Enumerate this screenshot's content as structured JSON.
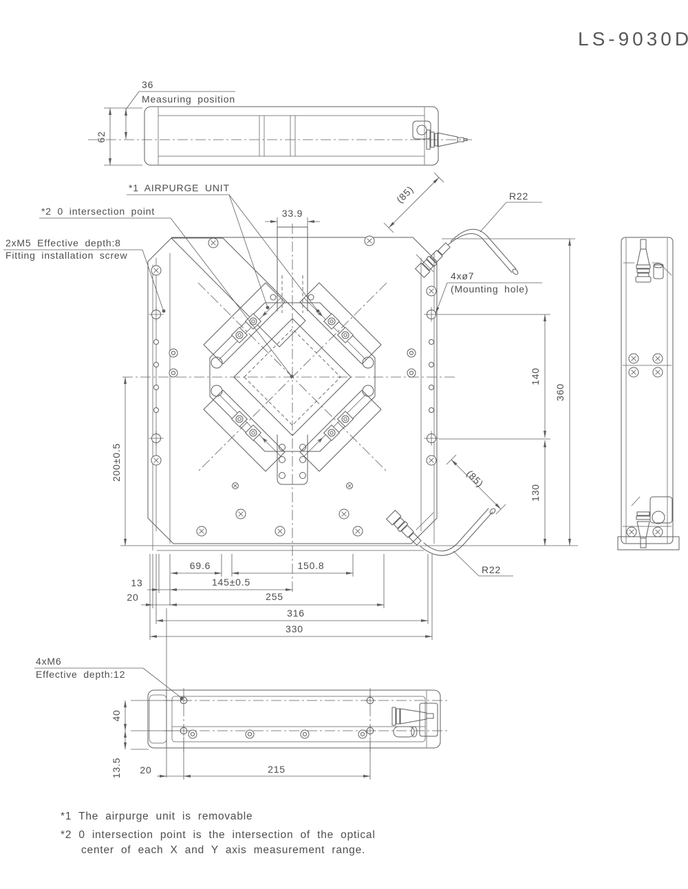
{
  "title": "LS-9030D",
  "top_view": {
    "dim_36": "36",
    "measuring_position": "Measuring position",
    "dim_62": "62"
  },
  "main_view": {
    "airpurge_label": "*1 AIRPURGE UNIT",
    "intersection_label": "*2 0 intersection point",
    "m5_line1": "2xM5 Effective depth:8",
    "m5_line2": "Fitting installation screw",
    "dim_33_9": "33.9",
    "dim_85_top": "(85)",
    "r22_top": "R22",
    "mount_line1": "4xø7",
    "mount_line2": "(Mounting hole)",
    "dim_140": "140",
    "dim_360": "360",
    "dim_130": "130",
    "dim_200": "200±0.5",
    "dim_85_bottom": "(85)",
    "r22_bottom": "R22",
    "dim_69_6": "69.6",
    "dim_150_8": "150.8",
    "dim_13": "13",
    "dim_145": "145±0.5",
    "dim_20": "20",
    "dim_255": "255",
    "dim_316": "316",
    "dim_330": "330"
  },
  "bottom_view": {
    "m6_line1": "4xM6",
    "m6_line2": "Effective depth:12",
    "dim_40": "40",
    "dim_13_5": "13.5",
    "dim_20": "20",
    "dim_215": "215"
  },
  "notes": {
    "line1": "*1 The airpurge unit is removable",
    "line2": "*2 0 intersection point is the intersection of the optical",
    "line3": "center of each X and Y axis measurement range."
  },
  "colors": {
    "line": "#5e5e5e",
    "text": "#4d4d4d"
  }
}
